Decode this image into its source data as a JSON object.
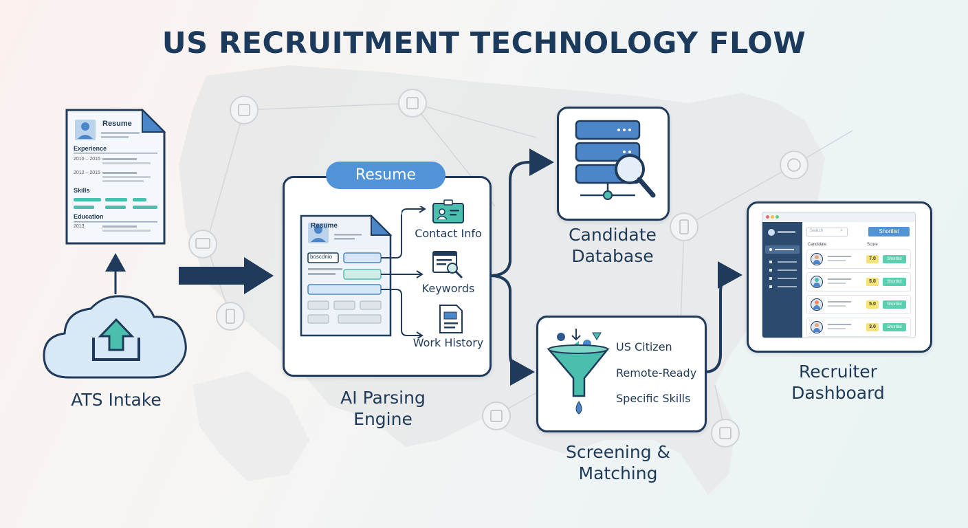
{
  "title": "US RECRUITMENT TECHNOLOGY FLOW",
  "stages": {
    "ats": "ATS Intake",
    "parsing": "AI Parsing Engine",
    "database": "Candidate Database",
    "screening": "Screening & Matching",
    "dashboard": "Recruiter Dashboard"
  },
  "resume_doc": {
    "name": "Resume",
    "sections": [
      "Experience",
      "Skills",
      "Education"
    ],
    "dates": [
      "2010 – 2015",
      "2012 – 2015",
      "2013"
    ]
  },
  "parser": {
    "pill": "Resume",
    "doc_title": "Resume",
    "field_tag": "boscdnio",
    "outputs": [
      "Contact Info",
      "Keywords",
      "Work History"
    ]
  },
  "filters": [
    "US Citizen",
    "Remote-Ready",
    "Specific Skills"
  ],
  "dashboard": {
    "search_placeholder": "Search",
    "shortlist_button": "Shortlist",
    "col_candidate": "Candidate",
    "col_score": "Score",
    "rows": [
      {
        "score": "7.0",
        "tag": "Shortlist"
      },
      {
        "score": "5.0",
        "tag": "Shortlist"
      },
      {
        "score": "5.0",
        "tag": "Shortlist"
      },
      {
        "score": "3.0",
        "tag": "Shortlist"
      }
    ]
  },
  "colors": {
    "navy": "#1f3a5a",
    "accent_blue": "#5193d8",
    "teal": "#4bbfae",
    "score_yellow": "#f6e27a",
    "shortlist_green": "#5ccfb0"
  }
}
